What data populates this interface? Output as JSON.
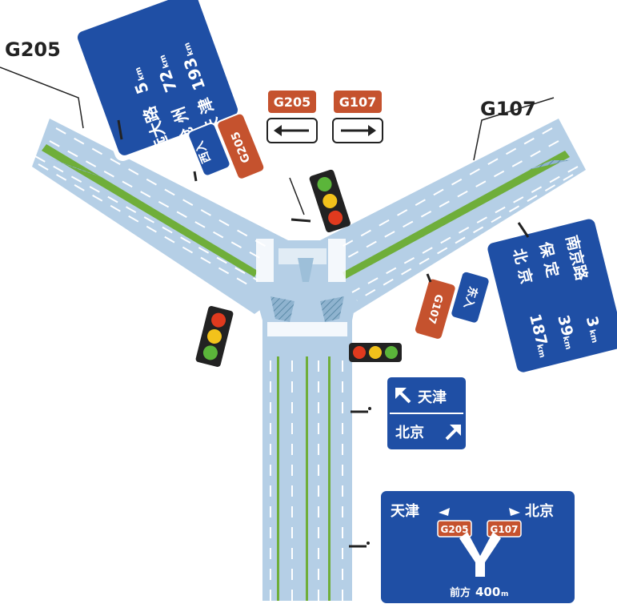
{
  "road_labels": {
    "left": "G205",
    "right": "G107"
  },
  "colors": {
    "sign_blue": "#1f4fa5",
    "route_red": "#c5522e",
    "road": "#b5cfe6",
    "median_green": "#6fae3a",
    "light_red": "#e03a1e",
    "light_yellow": "#f2c21b",
    "light_green": "#5bb53a"
  },
  "sign_distance_g205": {
    "rows": [
      {
        "name": "远大路",
        "dist": "5",
        "unit": "km"
      },
      {
        "name": "沧 州",
        "dist": "72",
        "unit": "km"
      },
      {
        "name": "天 津",
        "dist": "193",
        "unit": "km"
      }
    ]
  },
  "sign_distance_g107": {
    "rows": [
      {
        "name": "南京路",
        "dist": "3",
        "unit": "km"
      },
      {
        "name": "保 定",
        "dist": "39",
        "unit": "km"
      },
      {
        "name": "北 京",
        "dist": "187",
        "unit": "km"
      }
    ]
  },
  "sign_entry_west": {
    "dir": "西入",
    "route": "G205"
  },
  "sign_entry_east": {
    "dir": "东入",
    "route": "G107"
  },
  "sign_route_left": {
    "route": "G205",
    "arrow": "arrow-left-icon"
  },
  "sign_route_right": {
    "route": "G107",
    "arrow": "arrow-right-icon"
  },
  "sign_lane": {
    "top": "天津",
    "bottom": "北京"
  },
  "sign_advance": {
    "left_city": "天津",
    "right_city": "北京",
    "left_route": "G205",
    "right_route": "G107",
    "ahead_text": "前方",
    "ahead_dist": "400",
    "ahead_unit": "m"
  }
}
